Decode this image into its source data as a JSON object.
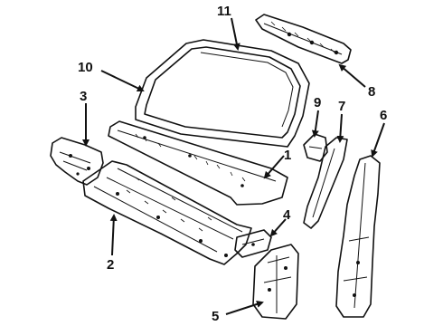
{
  "diagram": {
    "callouts": {
      "c1": "1",
      "c2": "2",
      "c3": "3",
      "c4": "4",
      "c5": "5",
      "c6": "6",
      "c7": "7",
      "c8": "8",
      "c9": "9",
      "c10": "10",
      "c11": "11"
    },
    "colors": {
      "ink": "#111111",
      "background": "#ffffff"
    }
  }
}
